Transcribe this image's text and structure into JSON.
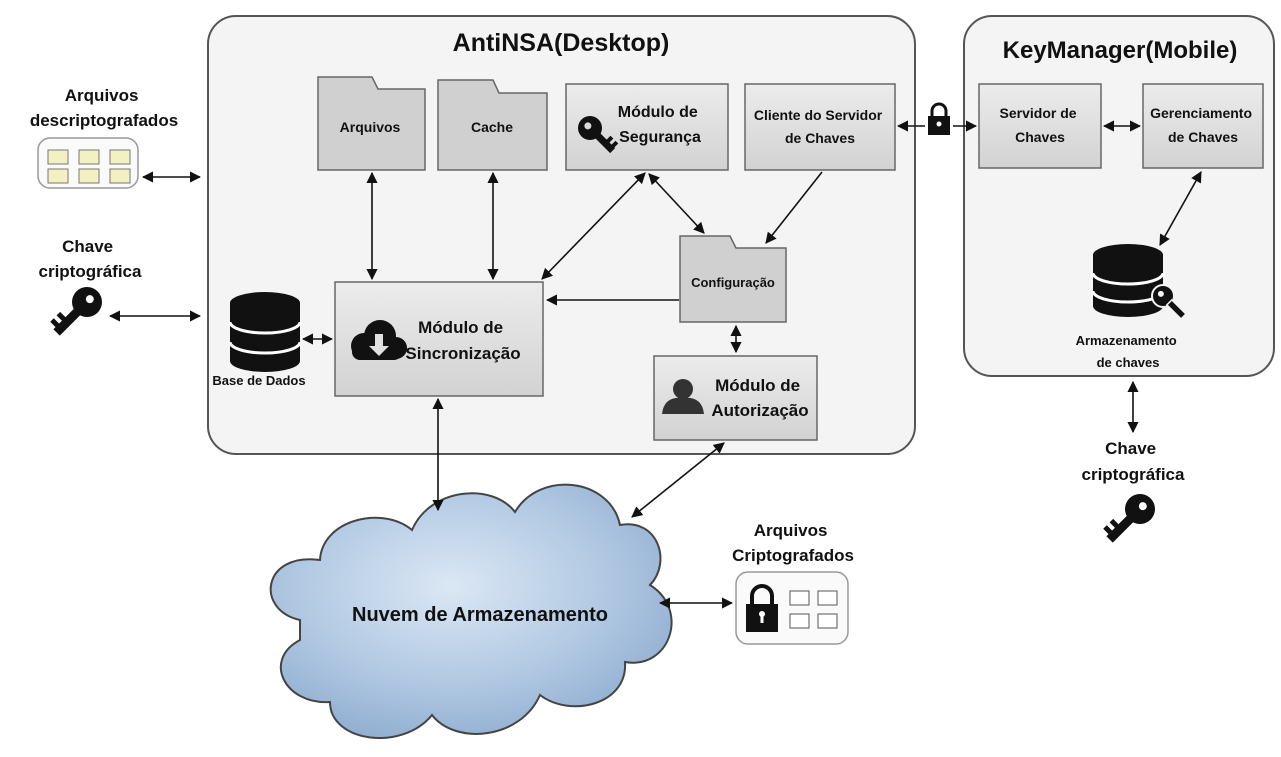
{
  "desktop": {
    "title": "AntiNSA(Desktop)",
    "arquivos": "Arquivos",
    "cache": "Cache",
    "modulo_seguranca": [
      "Módulo de",
      "Segurança"
    ],
    "cliente_servidor": [
      "Cliente do Servidor",
      "de Chaves"
    ],
    "configuracao": "Configuração",
    "modulo_sincronizacao": [
      "Módulo de",
      "Sincronização"
    ],
    "modulo_autorizacao": [
      "Módulo de",
      "Autorização"
    ],
    "base_de_dados": "Base de Dados"
  },
  "mobile": {
    "title": "KeyManager(Mobile)",
    "servidor_chaves": [
      "Servidor de",
      "Chaves"
    ],
    "gerenciamento_chaves": [
      "Gerenciamento",
      "de Chaves"
    ],
    "armazenamento_chaves": [
      "Armazenamento",
      "de chaves"
    ]
  },
  "external": {
    "arquivos_descriptografados": [
      "Arquivos",
      "descriptografados"
    ],
    "chave_left": [
      "Chave",
      "criptográfica"
    ],
    "chave_right": [
      "Chave",
      "criptográfica"
    ],
    "arquivos_criptografados": [
      "Arquivos",
      "Criptografados"
    ],
    "nuvem": "Nuvem de Armazenamento"
  },
  "colors": {
    "container_fill": "#f4f4f4",
    "box_fill": "#d9d9d9",
    "folder_fill": "#d0d0d0",
    "folder_yellow": "#f3f1c2",
    "cloud_fill": "#a9c3df",
    "stroke": "#555555"
  }
}
